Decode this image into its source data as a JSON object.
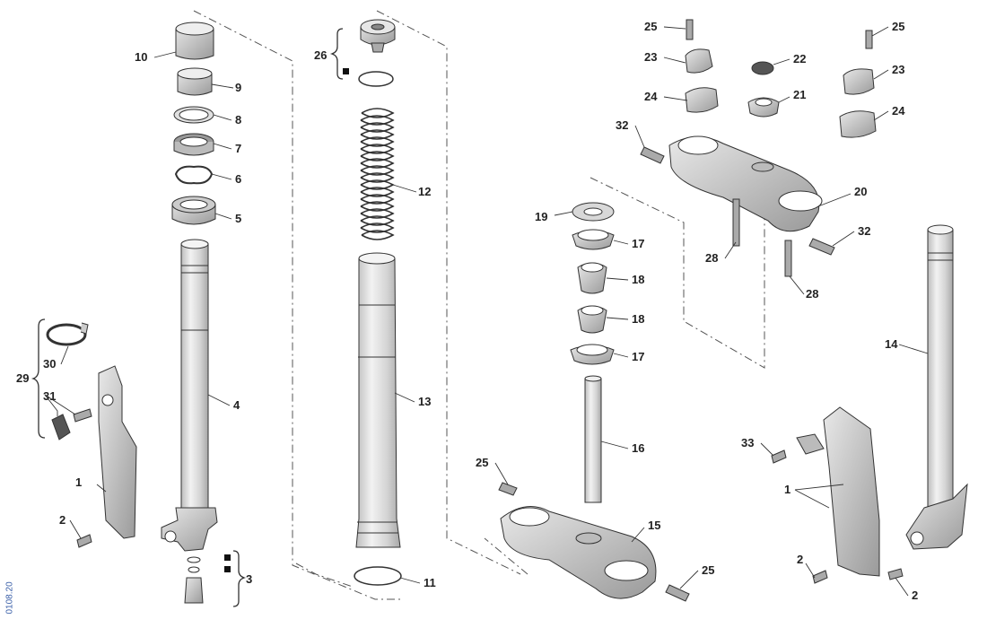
{
  "drawing_code": "0108.20",
  "parts": [
    {
      "num": "1"
    },
    {
      "num": "1"
    },
    {
      "num": "2"
    },
    {
      "num": "2"
    },
    {
      "num": "2"
    },
    {
      "num": "3"
    },
    {
      "num": "4"
    },
    {
      "num": "5"
    },
    {
      "num": "6"
    },
    {
      "num": "7"
    },
    {
      "num": "8"
    },
    {
      "num": "9"
    },
    {
      "num": "10"
    },
    {
      "num": "11"
    },
    {
      "num": "12"
    },
    {
      "num": "13"
    },
    {
      "num": "14"
    },
    {
      "num": "15"
    },
    {
      "num": "16"
    },
    {
      "num": "17"
    },
    {
      "num": "17"
    },
    {
      "num": "18"
    },
    {
      "num": "18"
    },
    {
      "num": "19"
    },
    {
      "num": "20"
    },
    {
      "num": "21"
    },
    {
      "num": "22"
    },
    {
      "num": "23"
    },
    {
      "num": "23"
    },
    {
      "num": "24"
    },
    {
      "num": "24"
    },
    {
      "num": "25"
    },
    {
      "num": "25"
    },
    {
      "num": "25"
    },
    {
      "num": "25"
    },
    {
      "num": "26"
    },
    {
      "num": "28"
    },
    {
      "num": "28"
    },
    {
      "num": "29"
    },
    {
      "num": "30"
    },
    {
      "num": "31"
    },
    {
      "num": "32"
    },
    {
      "num": "32"
    },
    {
      "num": "33"
    }
  ],
  "colors": {
    "line": "#333333",
    "part_fill": "#d0d0d0",
    "part_light": "#eeeeee",
    "dash": "#555555",
    "code": "#3a5fa8"
  }
}
